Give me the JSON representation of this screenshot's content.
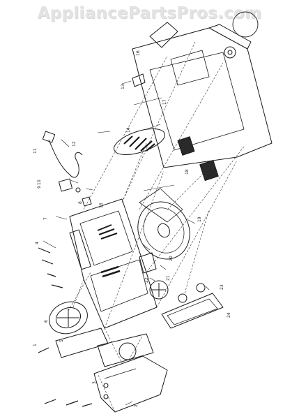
{
  "watermark": "AppliancePartsPros.com",
  "diagram": {
    "part_labels": [
      "1",
      "2",
      "3",
      "4",
      "5",
      "6",
      "7",
      "8",
      "9",
      "10",
      "11",
      "12",
      "13",
      "14",
      "15",
      "16",
      "17",
      "18",
      "19",
      "20",
      "21",
      "22",
      "23",
      "24"
    ]
  }
}
